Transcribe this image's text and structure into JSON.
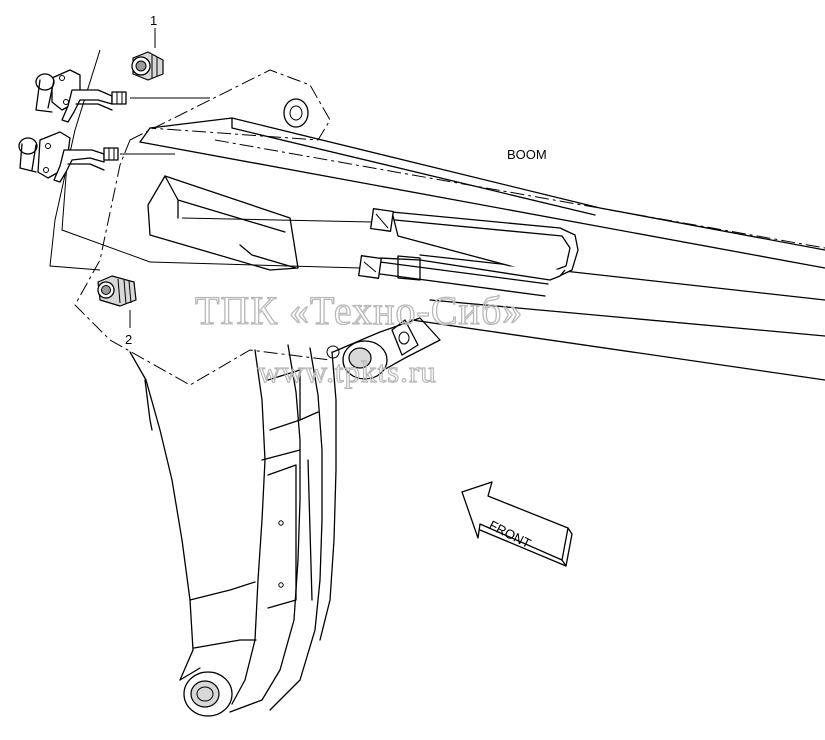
{
  "labels": {
    "part_1": "1",
    "part_2": "2",
    "boom": "BOOM",
    "front": "FRONT"
  },
  "watermark": {
    "line1": "ТПК «Техно-Сиб»",
    "line2": "www.tpkts.ru"
  }
}
